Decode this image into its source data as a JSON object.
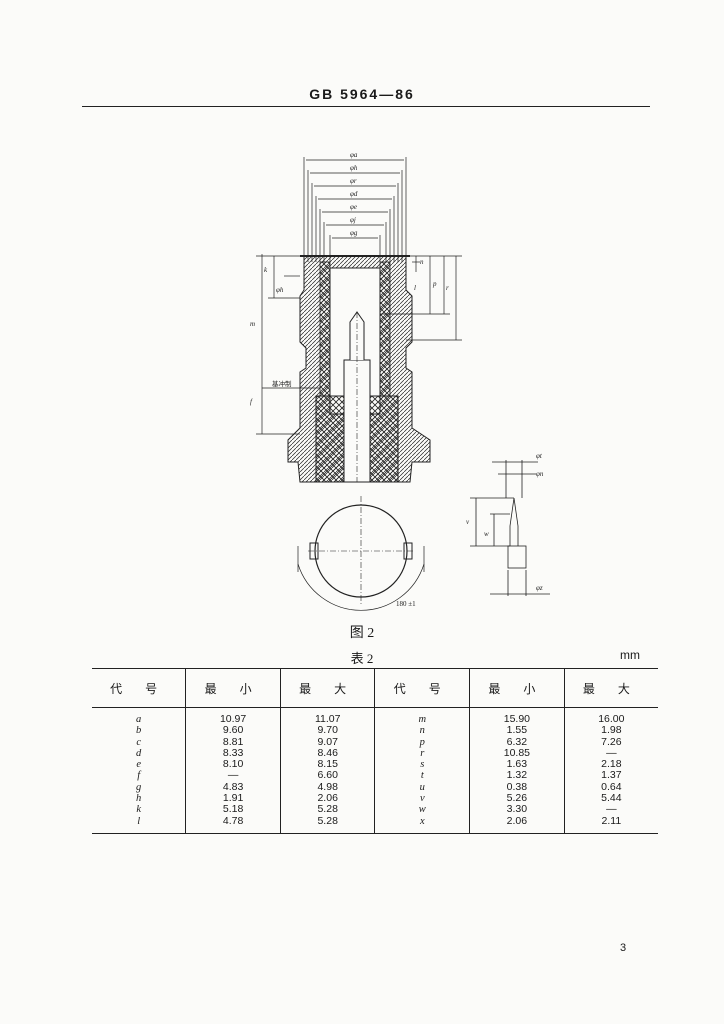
{
  "header": {
    "title": "GB 5964—86"
  },
  "figure": {
    "caption": "图 2",
    "dim_labels": [
      "φa",
      "φh",
      "φr",
      "φd",
      "φe",
      "φj",
      "φg"
    ],
    "left_labels": [
      "k",
      "φh",
      "m",
      "f"
    ],
    "right_labels": [
      "n",
      "l",
      "p",
      "r"
    ],
    "note_label": "基冲制",
    "angle_label": "180 ±1",
    "detail_labels": [
      "φt",
      "φn",
      "v",
      "w",
      "φz"
    ]
  },
  "table": {
    "caption": "表 2",
    "unit": "mm",
    "headers": [
      "代 号",
      "最 小",
      "最 大",
      "代 号",
      "最 小",
      "最 大"
    ],
    "rows": [
      [
        "a",
        "10.97",
        "11.07",
        "m",
        "15.90",
        "16.00"
      ],
      [
        "b",
        "9.60",
        "9.70",
        "n",
        "1.55",
        "1.98"
      ],
      [
        "c",
        "8.81",
        "9.07",
        "p",
        "6.32",
        "7.26"
      ],
      [
        "d",
        "8.33",
        "8.46",
        "r",
        "10.85",
        "—"
      ],
      [
        "e",
        "8.10",
        "8.15",
        "s",
        "1.63",
        "2.18"
      ],
      [
        "f",
        "—",
        "6.60",
        "t",
        "1.32",
        "1.37"
      ],
      [
        "g",
        "4.83",
        "4.98",
        "u",
        "0.38",
        "0.64"
      ],
      [
        "h",
        "1.91",
        "2.06",
        "v",
        "5.26",
        "5.44"
      ],
      [
        "k",
        "5.18",
        "5.28",
        "w",
        "3.30",
        "—"
      ],
      [
        "l",
        "4.78",
        "5.28",
        "x",
        "2.06",
        "2.11"
      ]
    ]
  },
  "footer": {
    "page_number": "3"
  }
}
